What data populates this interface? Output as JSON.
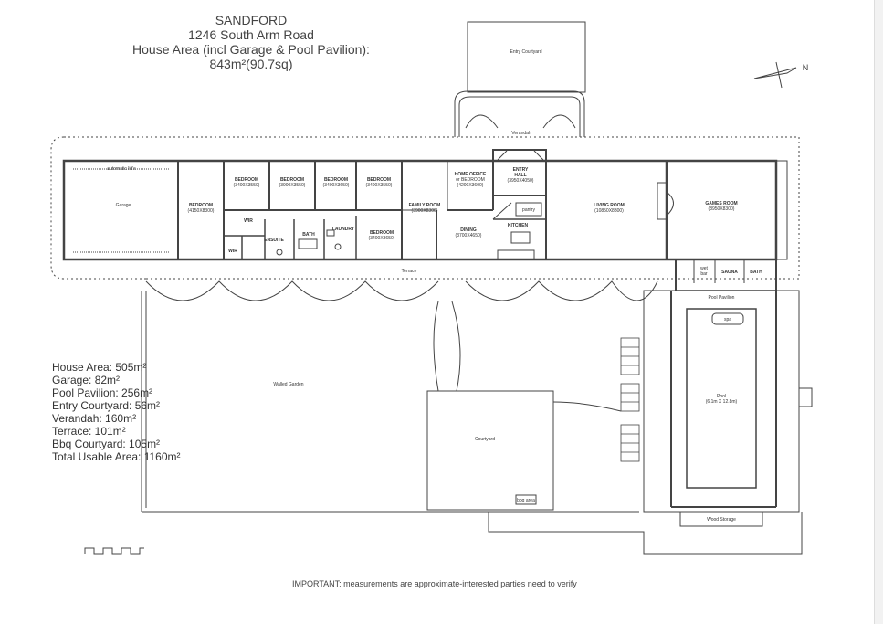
{
  "header": {
    "name": "SANDFORD",
    "address": "1246 South Arm Road",
    "area_line": "House Area (incl Garage & Pool Pavilion):",
    "area_value": "843m²(90.7sq)"
  },
  "areas": [
    "House Area: 505m²",
    "Garage: 82m²",
    "Pool Pavilion: 256m²",
    "Entry Courtyard: 56m²",
    "Verandah: 160m²",
    "Terrace: 101m²",
    "Bbq Courtyard: 105m²",
    "Total Usable Area: 1160m²"
  ],
  "rooms": {
    "entry_courtyard": "Entry Courtyard",
    "verandah": "Verandah",
    "garage": "Garage",
    "automatic_lifts": "automatic lift's",
    "bedroom_main": "BEDROOM",
    "bedroom_main_dim": "(4150X8300)",
    "bedroom1": "BEDROOM",
    "bedroom1_dim": "(3400X3550)",
    "bedroom2": "BEDROOM",
    "bedroom2_dim": "(3900X3550)",
    "bedroom3": "BEDROOM",
    "bedroom3_dim": "(3400X3650)",
    "bedroom4": "BEDROOM",
    "bedroom4_dim": "(3400X3550)",
    "bedroom5": "BEDROOM",
    "bedroom5_dim": "(3400X3650)",
    "wir": "WIR",
    "wir2": "WIR",
    "ensuite": "ENSUITE",
    "bath": "BATH",
    "laundry": "LAUNDRY",
    "home_office": "HOME OFFICE",
    "home_office_2": "or BEDROOM",
    "home_office_dim": "(4200X3600)",
    "entry_hall": "ENTRY",
    "entry_hall_2": "HALL",
    "entry_hall_dim": "(3950X4050)",
    "family_room": "FAMILY ROOM",
    "family_room_dim": "(3900X8300)",
    "dining": "DINING",
    "dining_dim": "(3700X4650)",
    "kitchen": "KITCHEN",
    "pantry": "pantry",
    "living_room": "LIVING ROOM",
    "living_room_dim": "(10850X8300)",
    "games_room": "GAMES ROOM",
    "games_room_dim": "(8950X8300)",
    "wet_bar": "wet",
    "wet_bar_2": "bar",
    "sauna": "SAUNA",
    "bath2": "BATH",
    "terrace": "Terrace",
    "pool_pavilion": "Pool Pavilion",
    "spa": "spa",
    "pool": "Pool",
    "pool_dim": "(6.1m X 12.8m)",
    "walled_garden": "Walled Garden",
    "courtyard": "Courtyard",
    "bbq": "bbq area",
    "wood_storage": "Wood Storage"
  },
  "compass_label": "N",
  "footer": "IMPORTANT: measurements are approximate-interested parties need to verify",
  "colors": {
    "line": "#444444",
    "text": "#333333",
    "background": "#ffffff"
  }
}
